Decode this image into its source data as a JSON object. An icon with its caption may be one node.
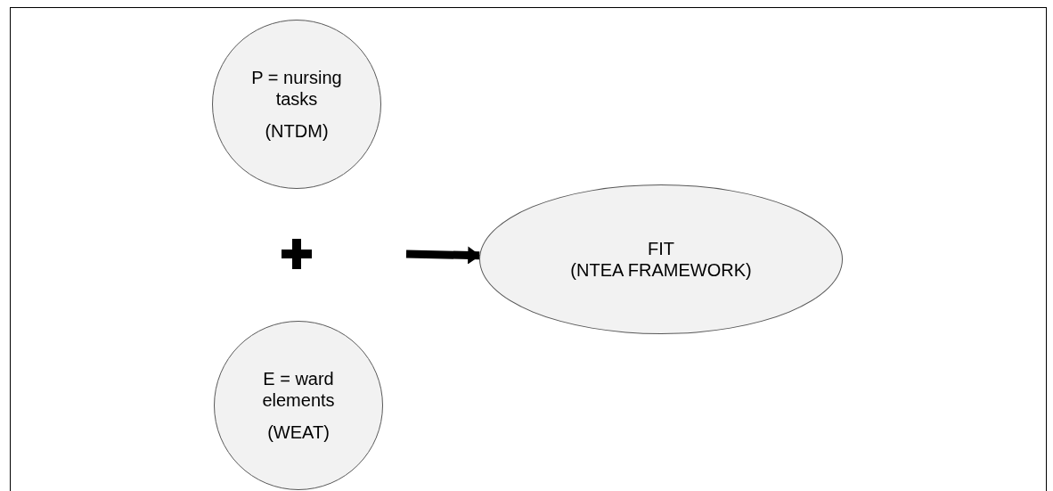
{
  "diagram": {
    "nodes": [
      {
        "text": [
          "P = nursing tasks",
          "(NTDM)"
        ]
      },
      {
        "text": [
          "E = ward elements",
          "(WEAT)"
        ]
      },
      {
        "text": [
          "FIT",
          "(NTEA FRAMEWORK)"
        ]
      }
    ],
    "edges": [
      {
        "from": null,
        "to": 2,
        "arrow": "to"
      }
    ]
  }
}
